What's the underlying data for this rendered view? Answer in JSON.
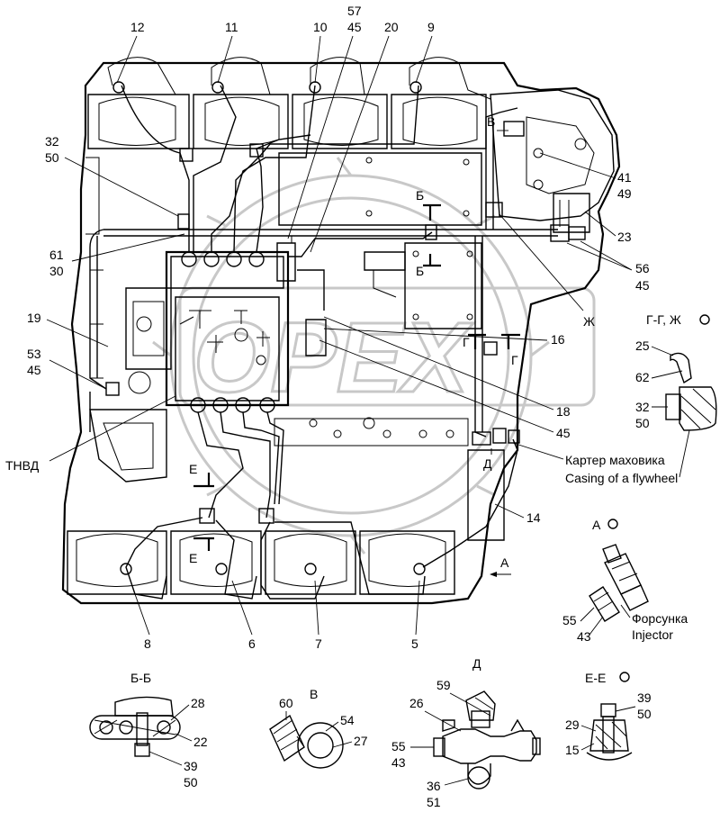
{
  "callouts": {
    "c12": "12",
    "c11": "11",
    "c10": "10",
    "c57": "57",
    "c45a": "45",
    "c20": "20",
    "c9": "9",
    "c32": "32",
    "c50": "50",
    "c41": "41",
    "c49": "49",
    "c23": "23",
    "c61": "61",
    "c30": "30",
    "c56": "56",
    "c45b": "45",
    "c19": "19",
    "c16": "16",
    "c53": "53",
    "c45c": "45",
    "c18": "18",
    "c45d": "45",
    "c14": "14",
    "c8": "8",
    "c6": "6",
    "c7": "7",
    "c5": "5",
    "tnvd": "ТНВД"
  },
  "section_marks": {
    "B": "В",
    "Bb1": "Б",
    "Bb2": "Б",
    "Zh": "Ж",
    "G1": "Г",
    "G2": "Г",
    "D": "Д",
    "E1": "Е",
    "E2": "Е",
    "A": "А"
  },
  "detail_gzh": {
    "title": "Г-Г, Ж",
    "n25": "25",
    "n62": "62",
    "n32": "32",
    "n50": "50",
    "casing_ru": "Картер маховика",
    "casing_en": "Casing of a flywheel"
  },
  "detail_a": {
    "title": "А",
    "n55": "55",
    "n43": "43",
    "injector_ru": "Форсунка",
    "injector_en": "Injector"
  },
  "detail_bb": {
    "title": "Б-Б",
    "n28": "28",
    "n22": "22",
    "n39": "39",
    "n50": "50"
  },
  "detail_v": {
    "title": "В",
    "n60": "60",
    "n54": "54",
    "n27": "27"
  },
  "detail_d": {
    "title": "Д",
    "n59": "59",
    "n26": "26",
    "n55": "55",
    "n43": "43",
    "n36": "36",
    "n51": "51"
  },
  "detail_ee": {
    "title": "Е-Е",
    "n39": "39",
    "n50": "50",
    "n29": "29",
    "n15": "15"
  },
  "watermark": "OPEX"
}
